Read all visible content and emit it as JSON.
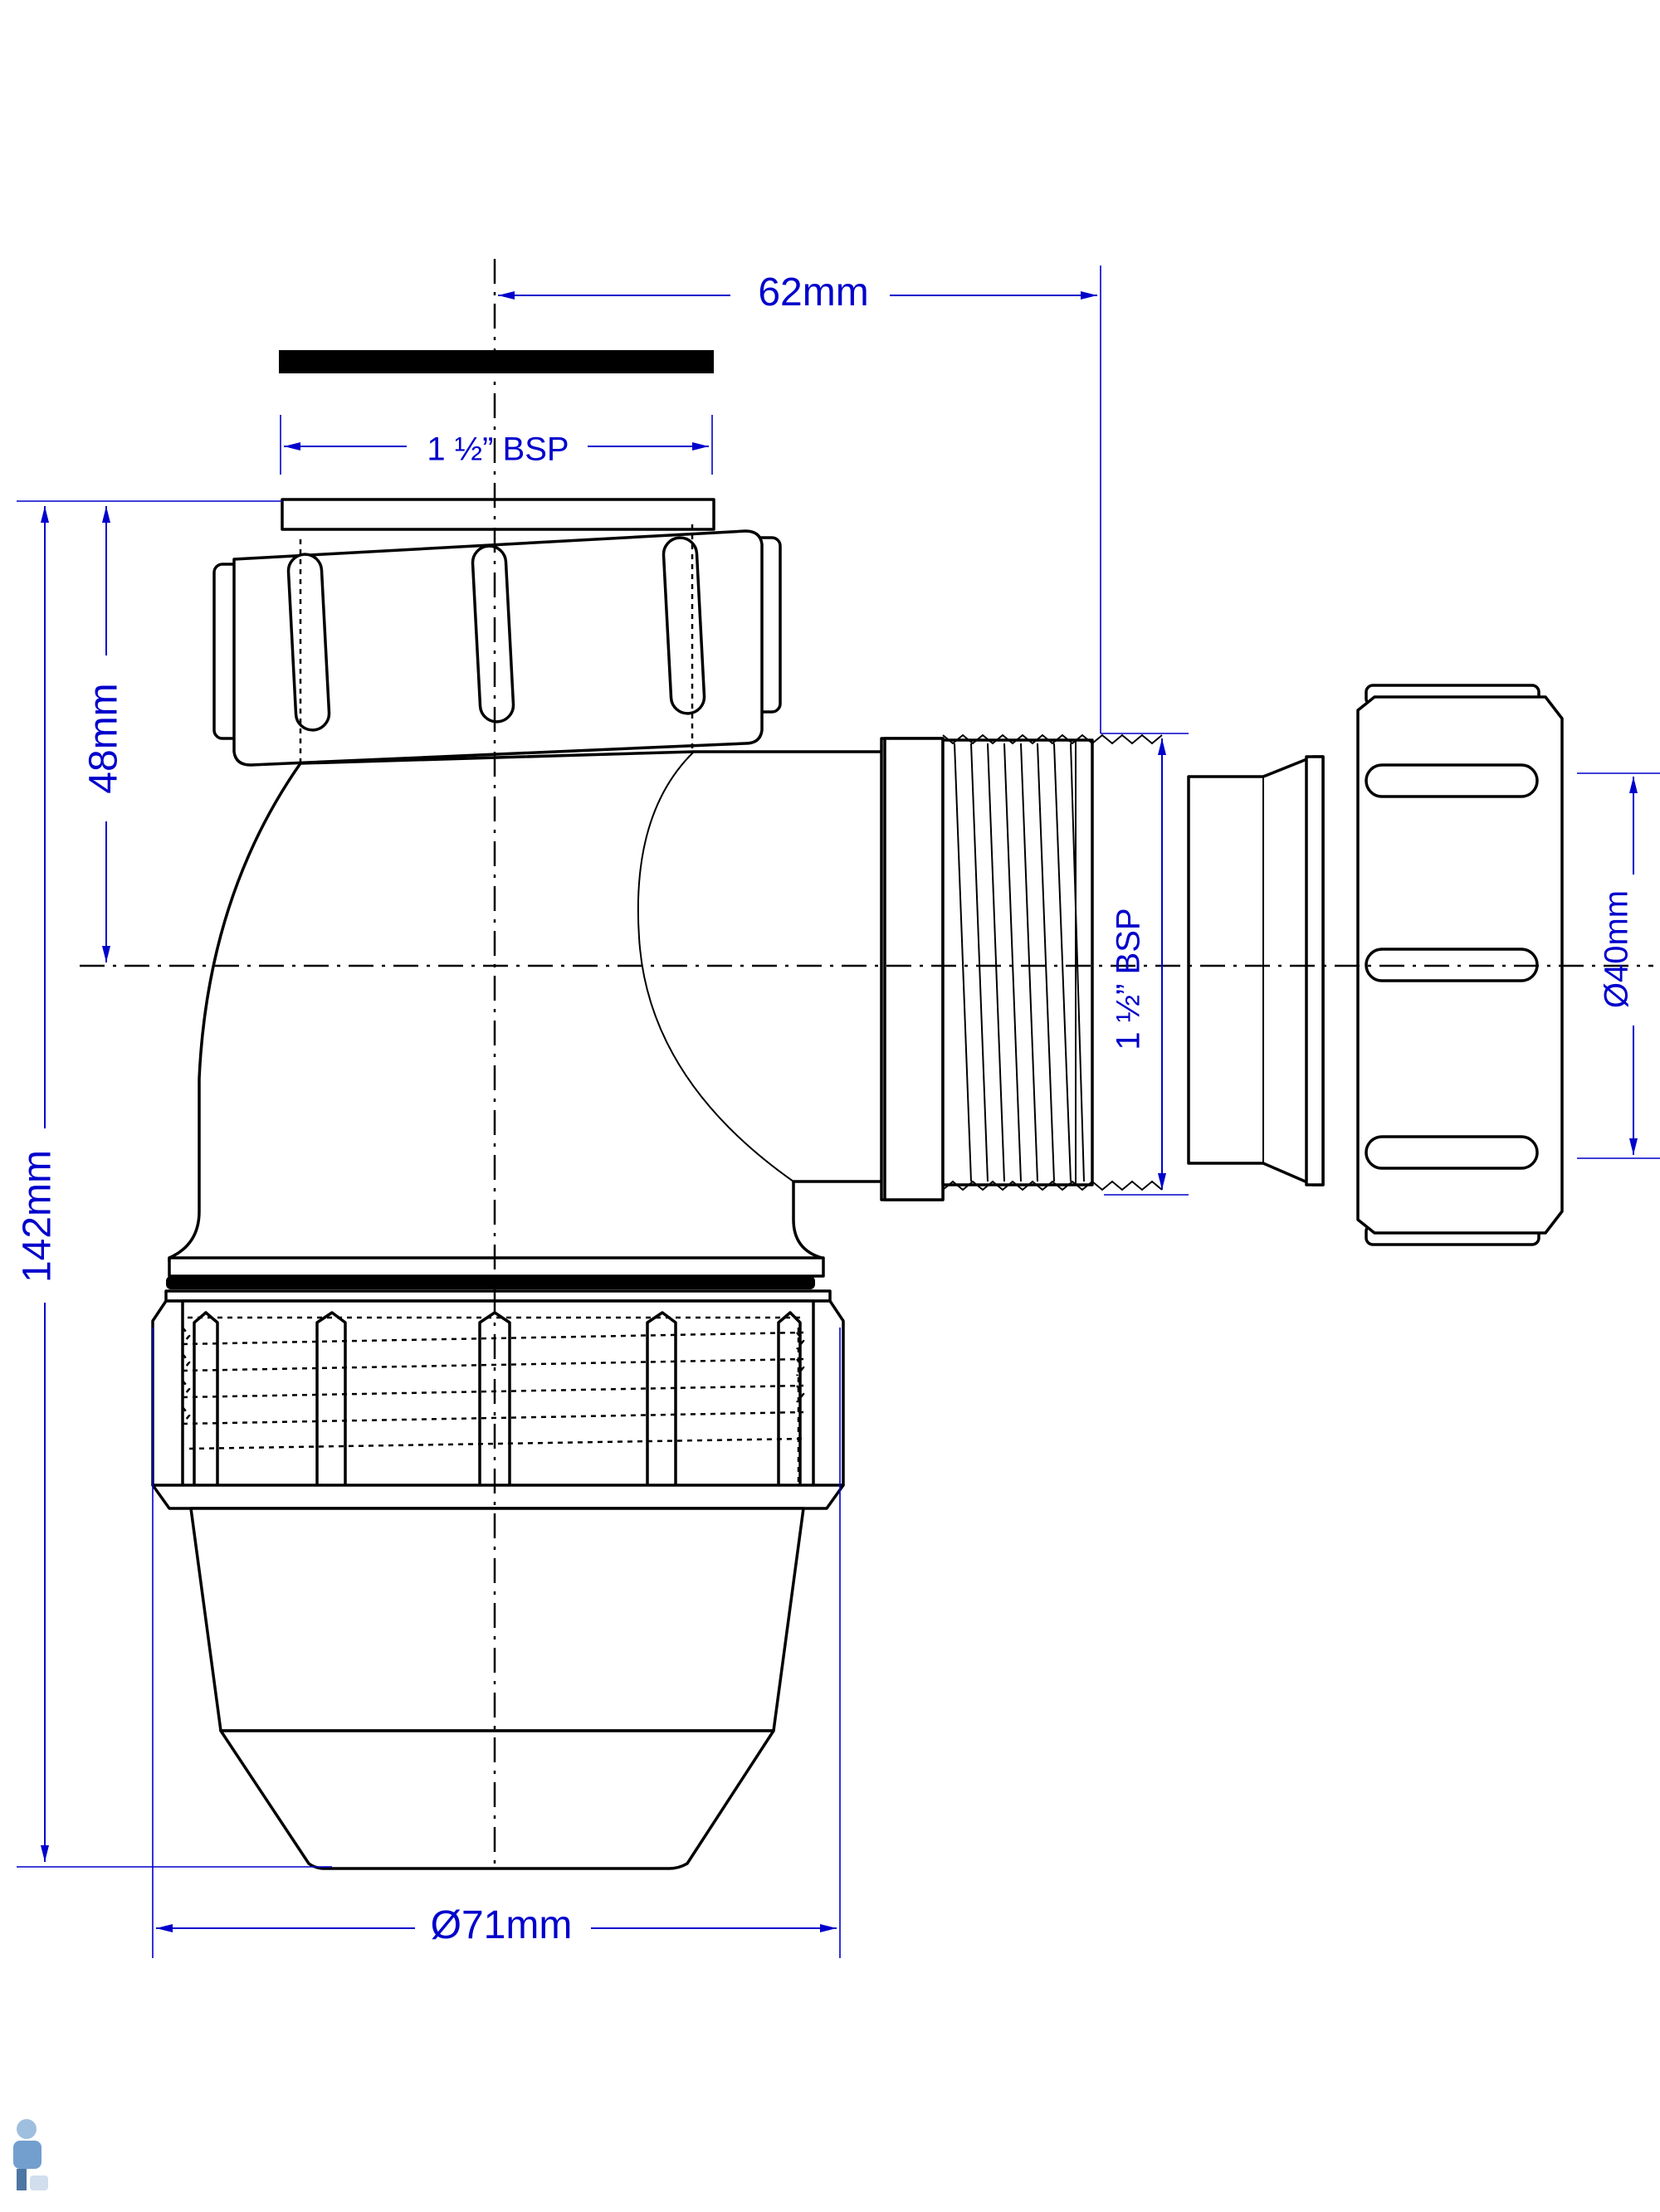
{
  "dimensions": {
    "offset_top": "62mm",
    "thread_top": "1 ½” BSP",
    "height_upper": "48mm",
    "height_total": "142mm",
    "thread_side": "1 ½” BSP",
    "outlet_diameter": "Ø40mm",
    "body_diameter": "Ø71mm"
  },
  "colors": {
    "dimension": "#0000cc",
    "outline": "#000000",
    "background": "#ffffff"
  },
  "icons": {
    "corner_logo": "plumber-mascot-icon"
  }
}
